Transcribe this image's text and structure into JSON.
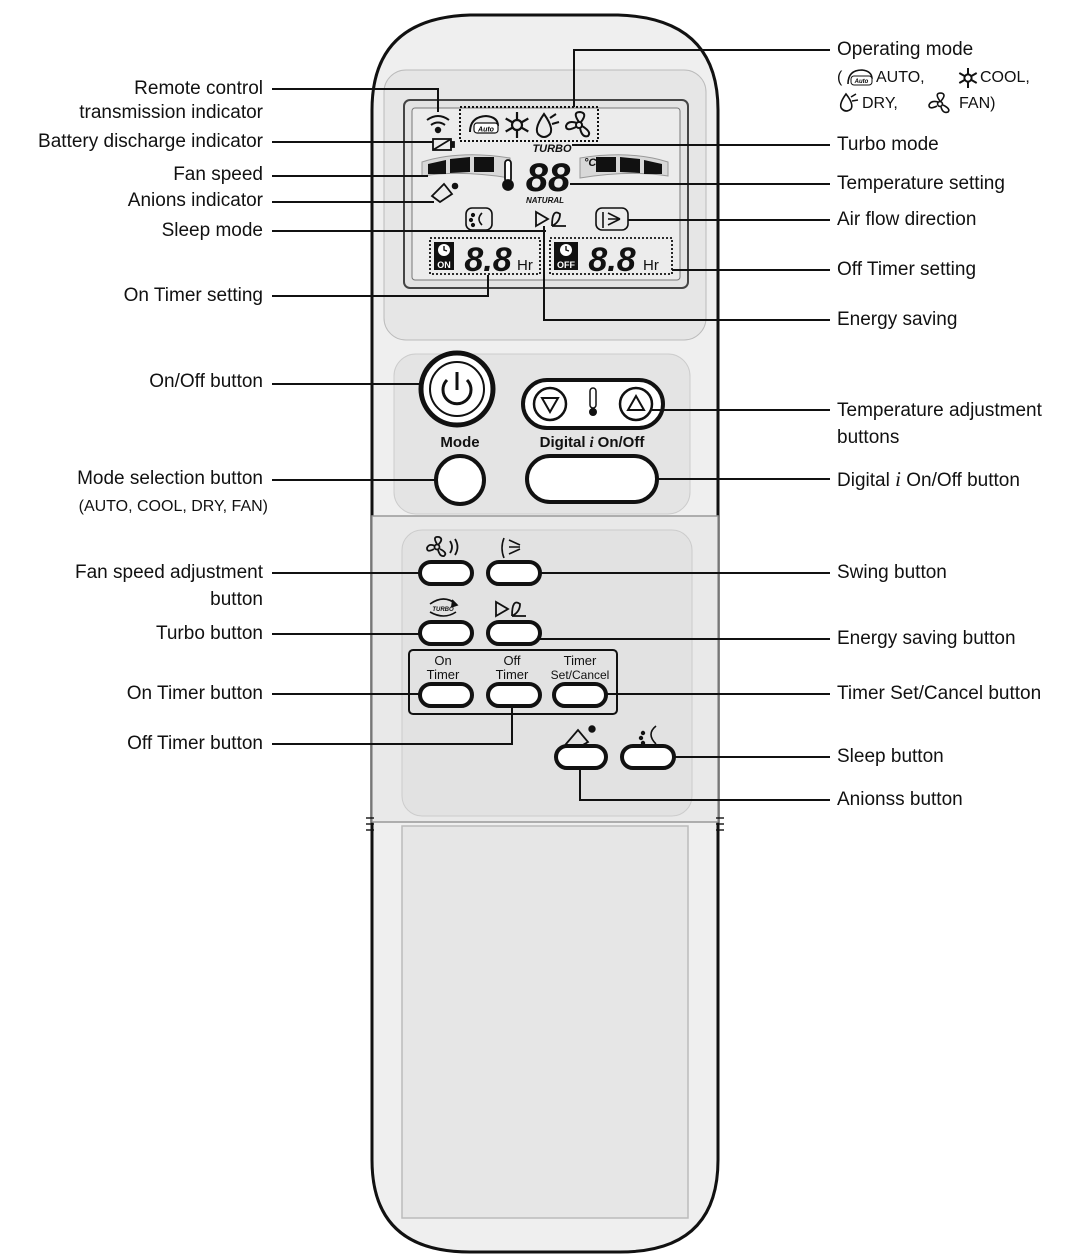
{
  "colors": {
    "body": "#efefef",
    "line": "#111111",
    "lcd": "#e9e9e9"
  },
  "lcd": {
    "turbo": "TURBO",
    "temp_digits": "88",
    "temp_unit": "°C",
    "natural": "NATURAL",
    "auto_badge": "Auto",
    "on_badge": "ON",
    "off_badge": "OFF",
    "timer_digits": "8.8",
    "hr": "Hr"
  },
  "buttons": {
    "mode": "Mode",
    "digital": "Digital",
    "digital_i": "i",
    "digital_onoff": "On/Off",
    "on_timer": [
      "On",
      "Timer"
    ],
    "off_timer": [
      "Off",
      "Timer"
    ],
    "timer_set": [
      "Timer",
      "Set/Cancel"
    ]
  },
  "labels_left": {
    "remote_tx": [
      "Remote control",
      "transmission indicator"
    ],
    "battery": "Battery discharge indicator",
    "fan_speed": "Fan speed",
    "anions_ind": "Anions indicator",
    "sleep_mode": "Sleep mode",
    "on_timer_setting": "On Timer setting",
    "onoff_button": "On/Off button",
    "mode_selection": "Mode selection button",
    "mode_selection_sub": "(AUTO, COOL, DRY, FAN)",
    "fan_speed_adj": [
      "Fan speed adjustment",
      "button"
    ],
    "turbo_button": "Turbo button",
    "on_timer_button": "On Timer button",
    "off_timer_button": "Off Timer button"
  },
  "labels_right": {
    "operating_mode": "Operating mode",
    "op_auto": "AUTO,",
    "op_cool": "COOL,",
    "op_dry": "DRY,",
    "op_fan": "FAN)",
    "op_open": "(",
    "turbo_mode": "Turbo mode",
    "temp_setting": "Temperature setting",
    "air_flow": "Air flow direction",
    "off_timer_setting": "Off Timer setting",
    "energy_saving": "Energy saving",
    "temp_adj": [
      "Temperature adjustment",
      "buttons"
    ],
    "digital_i_button_pre": "Digital",
    "digital_i_button_i": "i",
    "digital_i_button_post": "On/Off button",
    "swing_button": "Swing button",
    "energy_saving_button": "Energy saving button",
    "timer_set_cancel": "Timer Set/Cancel button",
    "sleep_button": "Sleep button",
    "anions_button": "Anionss button"
  }
}
